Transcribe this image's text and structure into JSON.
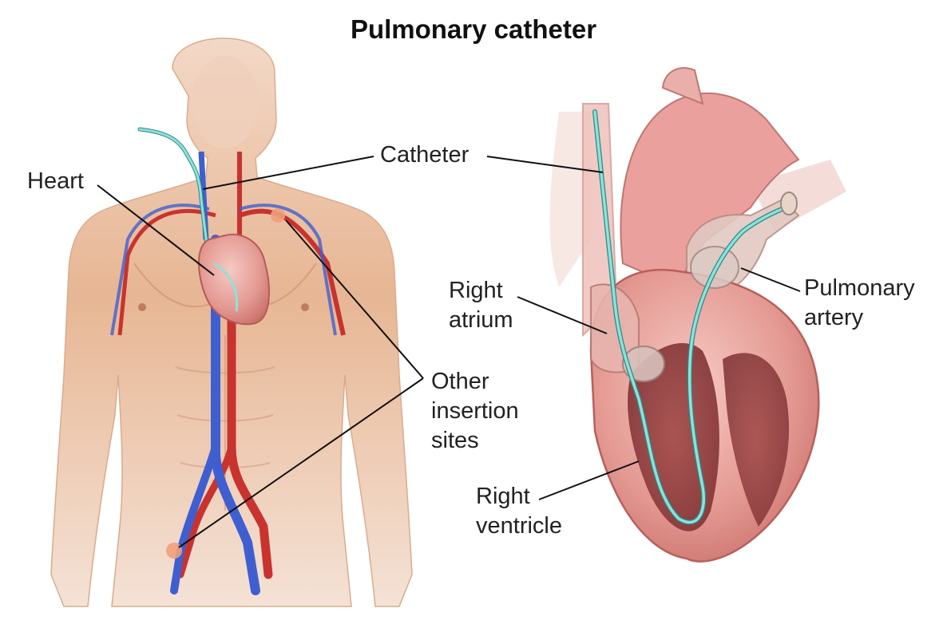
{
  "title": "Pulmonary catheter",
  "labels": {
    "heart": "Heart",
    "catheter": "Catheter",
    "right_atrium_line1": "Right",
    "right_atrium_line2": "atrium",
    "pulmonary_artery_line1": "Pulmonary",
    "pulmonary_artery_line2": "artery",
    "other_sites_line1": "Other",
    "other_sites_line2": "insertion",
    "other_sites_line3": "sites",
    "right_ventricle_line1": "Right",
    "right_ventricle_line2": "ventricle"
  },
  "colors": {
    "skin": "#e9b892",
    "vein": "#3f5fd0",
    "artery": "#c8332f",
    "catheter": "#8fe1da",
    "heart": "#e58a8a",
    "leader_line": "#111111"
  }
}
